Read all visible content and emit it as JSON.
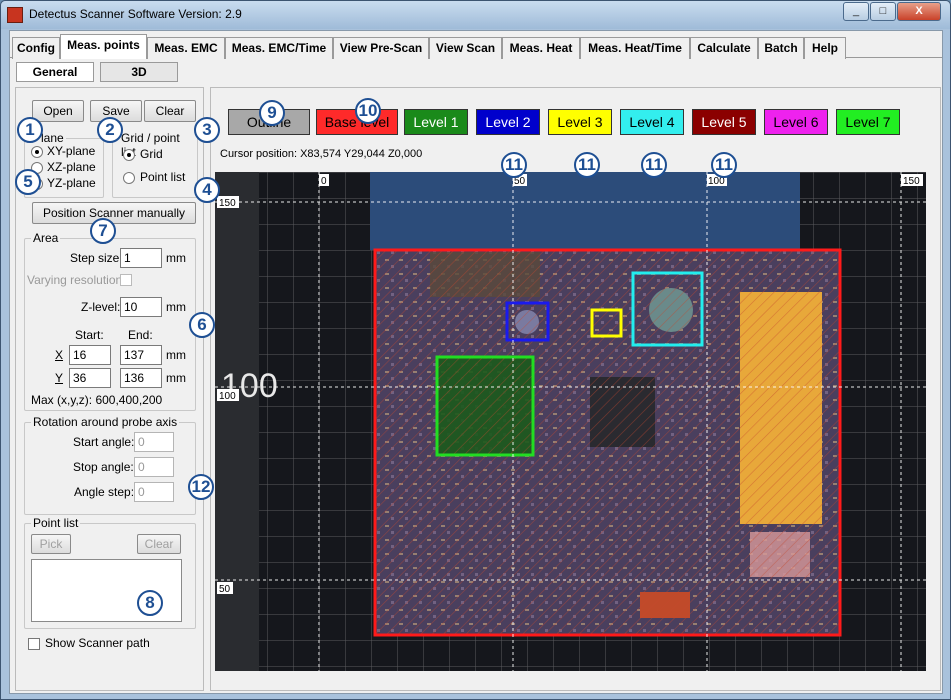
{
  "window": {
    "title": "Detectus Scanner Software Version: 2.9",
    "min": "_",
    "max": "□",
    "close": "X"
  },
  "tabs": [
    "Config",
    "Meas. points",
    "Meas. EMC",
    "Meas. EMC/Time",
    "View Pre-Scan",
    "View Scan",
    "Meas. Heat",
    "Meas. Heat/Time",
    "Calculate",
    "Batch",
    "Help"
  ],
  "subtabs": [
    "General",
    "3D"
  ],
  "file_buttons": {
    "open": "Open",
    "save": "Save",
    "clear": "Clear"
  },
  "plane": {
    "label": "Plane",
    "options": [
      "XY-plane",
      "XZ-plane",
      "YZ-plane"
    ],
    "selected": "XY-plane"
  },
  "grid": {
    "label": "Grid / point list",
    "options": [
      "Grid",
      "Point list"
    ],
    "selected": "Grid"
  },
  "position_button": "Position Scanner manually",
  "area": {
    "label": "Area",
    "step_size_label": "Step size:",
    "step_size": "1",
    "step_unit": "mm",
    "varying_resolution": "Varying resolution:",
    "z_level_label": "Z-level:",
    "z_level": "10",
    "z_unit": "mm",
    "start_label": "Start:",
    "end_label": "End:",
    "x_label": "X",
    "x_start": "16",
    "x_end": "137",
    "x_unit": "mm",
    "y_label": "Y",
    "y_start": "36",
    "y_end": "136",
    "y_unit": "mm",
    "max": "Max (x,y,z): 600,400,200"
  },
  "rotation": {
    "label": "Rotation around probe axis",
    "start_label": "Start angle:",
    "start": "0",
    "stop_label": "Stop angle:",
    "stop": "0",
    "step_label": "Angle step:",
    "step": "0"
  },
  "point_list": {
    "label": "Point list",
    "pick": "Pick",
    "clear": "Clear"
  },
  "show_path": "Show Scanner path",
  "levels": [
    {
      "label": "Outline",
      "bg": "#a8a8a8",
      "fg": "#000000"
    },
    {
      "label": "Base level",
      "bg": "#ff2a2a",
      "fg": "#000000"
    },
    {
      "label": "Level 1",
      "bg": "#1a8a1a",
      "fg": "#ffffff"
    },
    {
      "label": "Level 2",
      "bg": "#0000cc",
      "fg": "#ffffff"
    },
    {
      "label": "Level 3",
      "bg": "#ffff00",
      "fg": "#000000"
    },
    {
      "label": "Level 4",
      "bg": "#33eeee",
      "fg": "#000000"
    },
    {
      "label": "Level 5",
      "bg": "#8b0000",
      "fg": "#ffffff"
    },
    {
      "label": "Level 6",
      "bg": "#ee22ee",
      "fg": "#000000"
    },
    {
      "label": "Level 7",
      "bg": "#22ee22",
      "fg": "#000000"
    }
  ],
  "cursor_position": "Cursor position: X83,574 Y29,044 Z0,000",
  "axis_labels": {
    "x0": "0",
    "x50": "50",
    "x100": "100",
    "x150": "150",
    "y150": "150",
    "y100": "100",
    "y50": "50",
    "ruler": "100"
  },
  "callouts": [
    "1",
    "2",
    "3",
    "4",
    "5",
    "6",
    "7",
    "8",
    "9",
    "10",
    "11",
    "11",
    "11",
    "11",
    "12"
  ]
}
